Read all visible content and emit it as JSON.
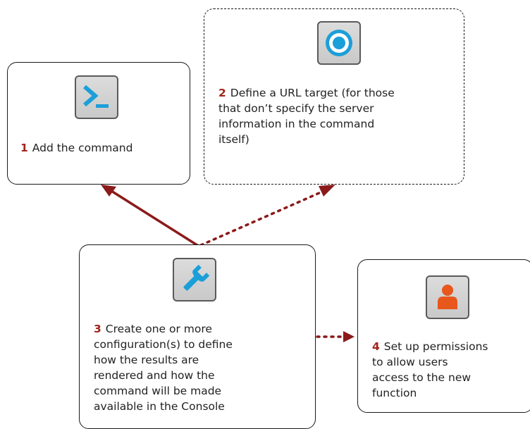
{
  "steps": [
    {
      "number": "1",
      "text": "Add the command",
      "icon": "terminal-prompt-icon"
    },
    {
      "number": "2",
      "text": "Define a URL target (for those\nthat don’t specify the server\ninformation in the command\nitself)",
      "icon": "target-icon"
    },
    {
      "number": "3",
      "text": "Create one or more\nconfiguration(s) to define\nhow the results are\nrendered and how the\ncommand will be made\navailable in the Console",
      "icon": "wrench-icon"
    },
    {
      "number": "4",
      "text": "Set up permissions\nto allow users\naccess to the new\nfunction",
      "icon": "user-icon"
    }
  ],
  "colors": {
    "arrow": "#8b1a1a",
    "step_number": "#a0251c",
    "icon_blue": "#1b9fd8",
    "icon_orange": "#e8571c"
  }
}
